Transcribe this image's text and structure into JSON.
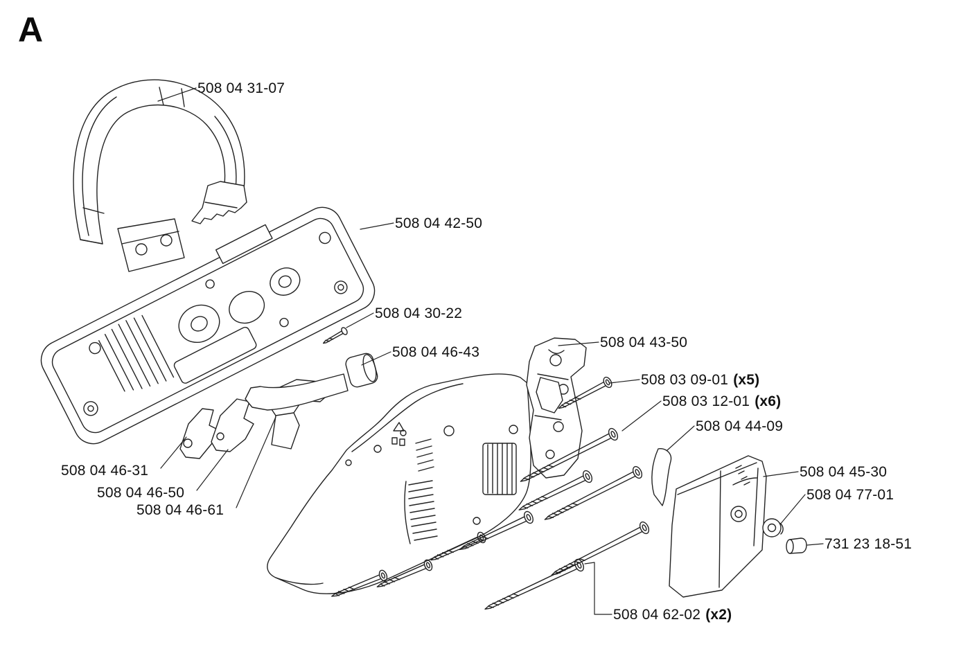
{
  "page": {
    "section_label": "A",
    "background_color": "#ffffff",
    "line_color": "#222222",
    "text_color": "#111111"
  },
  "diagram_type": "exploded-parts-diagram",
  "labels": [
    {
      "part_number": "508 04 31-07",
      "qty": ""
    },
    {
      "part_number": "508 04 42-50",
      "qty": ""
    },
    {
      "part_number": "508 04 30-22",
      "qty": ""
    },
    {
      "part_number": "508 04 46-43",
      "qty": ""
    },
    {
      "part_number": "508 04 43-50",
      "qty": ""
    },
    {
      "part_number": "508 03 09-01",
      "qty": "(x5)"
    },
    {
      "part_number": "508 03 12-01",
      "qty": "(x6)"
    },
    {
      "part_number": "508 04 44-09",
      "qty": ""
    },
    {
      "part_number": "508 04 45-30",
      "qty": ""
    },
    {
      "part_number": "508 04 77-01",
      "qty": ""
    },
    {
      "part_number": "731 23 18-51",
      "qty": ""
    },
    {
      "part_number": "508 04 46-31",
      "qty": ""
    },
    {
      "part_number": "508 04 46-50",
      "qty": ""
    },
    {
      "part_number": "508 04 46-61",
      "qty": ""
    },
    {
      "part_number": "508 04 62-02",
      "qty": "(x2)"
    }
  ]
}
